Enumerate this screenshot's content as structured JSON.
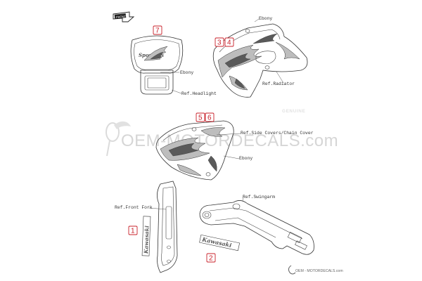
{
  "labels": {
    "ebony_radiator": "Ebony",
    "ebony_headlight": "Ebony",
    "ref_headlight": "Ref.Headlight",
    "ref_radiator": "Ref.Radiator",
    "ref_side_covers": "Ref.Side Covers/Chain Cover",
    "ebony_side": "Ebony",
    "ref_front_fork": "Ref.Front Fork",
    "ref_swingarm": "Ref.Swingarm"
  },
  "part_numbers": {
    "headlight": "7",
    "radiator_left": "3",
    "radiator_right": "4",
    "side_left": "5",
    "side_right": "6",
    "fork": "1",
    "swingarm": "2"
  },
  "watermark": {
    "main": "OEM-MOTORDECALS.com",
    "genuine": "GENUINE",
    "footer": "OEM - MOTORDECALS.com"
  },
  "colors": {
    "callout_red": "#c8202a",
    "line": "#333333",
    "watermark": "#d6d6d6"
  },
  "icons": {
    "front_indicator": "front-arrow-icon",
    "logo": "toucan-logo-icon"
  }
}
